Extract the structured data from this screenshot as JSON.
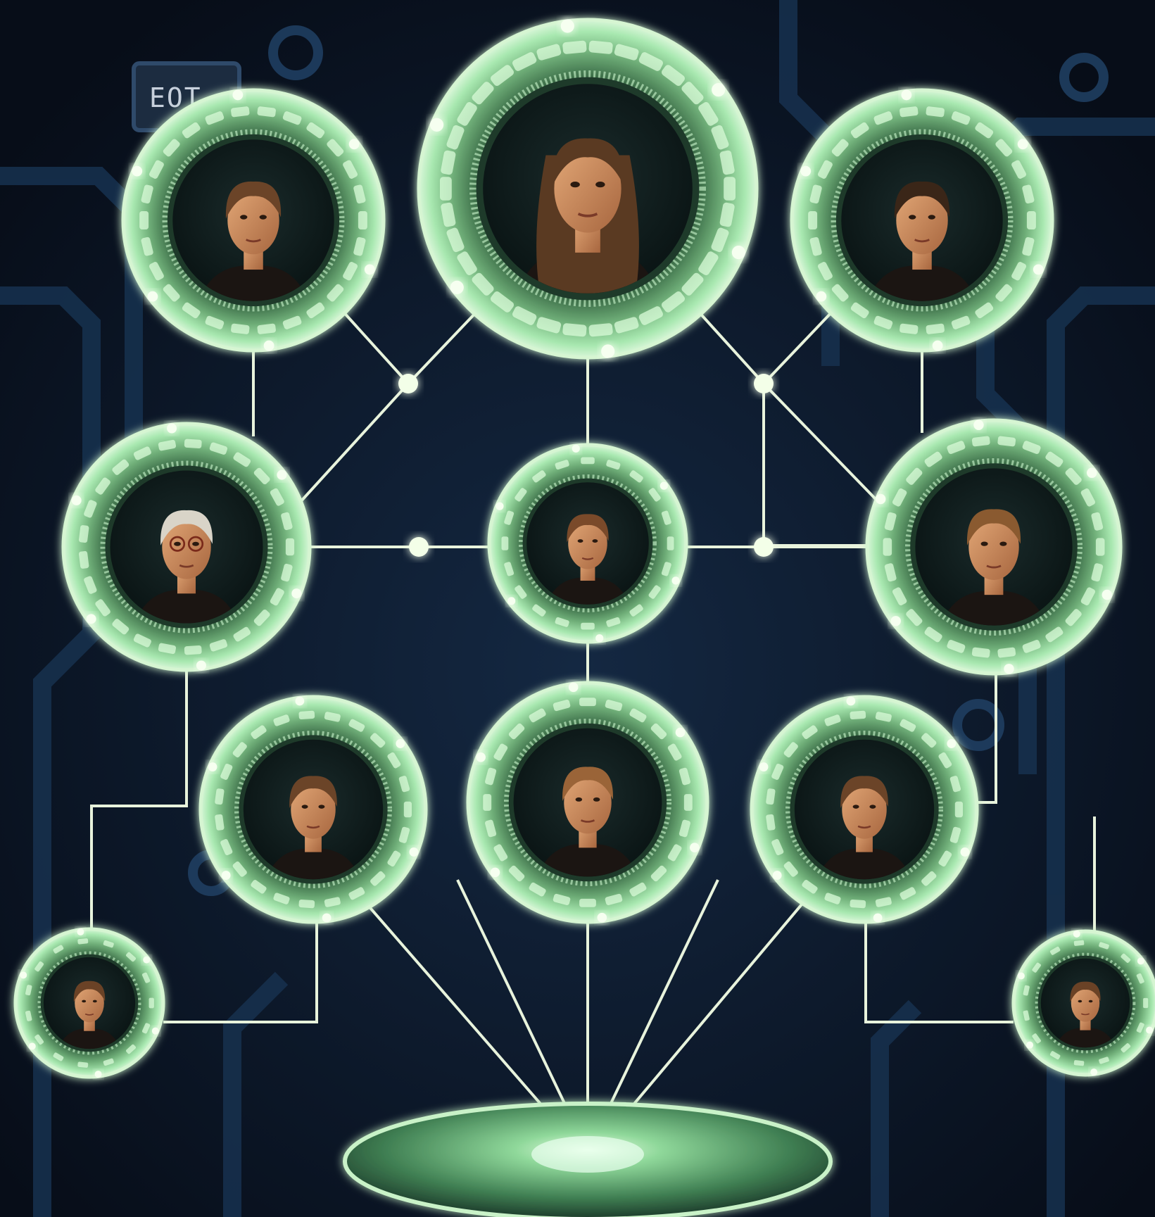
{
  "scene": {
    "chip_text": "EOT",
    "colors": {
      "background": "#0b1424",
      "board_trace": "#16304d",
      "ring_glow": "#9fe6a8",
      "ring_fill": "#5f9a6a",
      "connector": "#e8f3dc",
      "portrait_bg": "#0f1c1d"
    },
    "nodes": [
      {
        "id": "top-center",
        "icon": "woman-long-hair-portrait"
      },
      {
        "id": "top-left",
        "icon": "woman-portrait"
      },
      {
        "id": "top-right",
        "icon": "woman-short-hair-portrait"
      },
      {
        "id": "mid-left",
        "icon": "older-woman-glasses-portrait"
      },
      {
        "id": "mid-center",
        "icon": "young-woman-portrait"
      },
      {
        "id": "mid-right",
        "icon": "man-stubble-portrait"
      },
      {
        "id": "low-left",
        "icon": "woman-portrait"
      },
      {
        "id": "low-center",
        "icon": "young-man-portrait"
      },
      {
        "id": "low-right",
        "icon": "woman-portrait"
      },
      {
        "id": "small-left",
        "icon": "child-portrait"
      },
      {
        "id": "small-right",
        "icon": "child-portrait"
      }
    ],
    "base_platform_icon": "glowing-disc-platform"
  }
}
